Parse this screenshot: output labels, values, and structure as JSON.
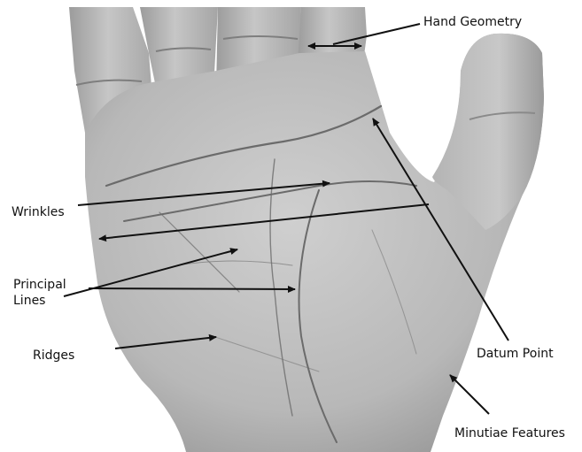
{
  "figure": {
    "labels": {
      "hand_geometry": "Hand Geometry",
      "wrinkles": "Wrinkles",
      "principal_lines": [
        "Principal",
        "Lines"
      ],
      "ridges": "Ridges",
      "datum_point": "Datum Point",
      "minutiae_features": "Minutiae Features"
    },
    "image": {
      "subject": "palm-of-right-hand",
      "tone": "grayscale"
    },
    "colors": {
      "arrow": "#111111",
      "skin_light": "#c9c9c9",
      "skin_shadow": "#8e8e8e",
      "crease": "#6b6b6b"
    }
  }
}
